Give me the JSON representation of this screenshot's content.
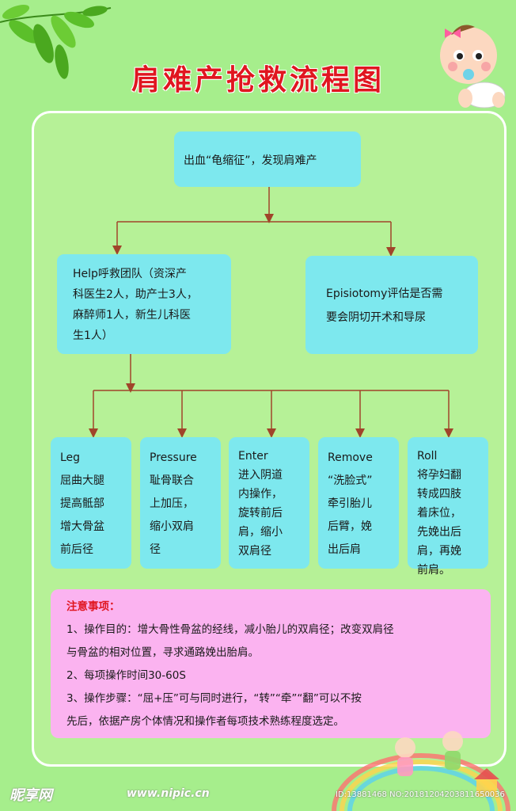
{
  "title": "肩难产抢救流程图",
  "top_box": {
    "text": "出血“龟缩征”，发现肩难产"
  },
  "help_box": {
    "lines": [
      "Help呼救团队（资深产",
      "科医生2人，助产士3人，",
      "麻醉师1人，新生儿科医",
      "生1人）"
    ]
  },
  "episiotomy_box": {
    "lines": [
      "Episiotomy评估是否需",
      "要会阴切开术和导尿"
    ]
  },
  "steps": [
    {
      "lines": [
        "Leg",
        "屈曲大腿",
        "提高骶部",
        "增大骨盆",
        "前后径"
      ]
    },
    {
      "lines": [
        "Pressure",
        "耻骨联合",
        "上加压，",
        "缩小双肩",
        "径"
      ]
    },
    {
      "lines": [
        "Enter",
        "进入阴道",
        "内操作，",
        "旋转前后",
        "肩，缩小",
        "双肩径"
      ]
    },
    {
      "lines": [
        "Remove",
        "“洗脸式”",
        "牵引胎儿",
        "后臂，娩",
        "出后肩"
      ]
    },
    {
      "lines": [
        "Roll",
        "将孕妇翻",
        "转成四肢",
        "着床位，",
        "先娩出后",
        "肩，再娩",
        "前肩。"
      ]
    }
  ],
  "notes": {
    "title": "注意事项：",
    "lines": [
      "1、操作目的：增大骨性骨盆的经线，减小胎儿的双肩径；改变双肩径",
      "与骨盆的相对位置，寻求通路娩出胎肩。",
      "2、每项操作时间30-60S",
      "3、操作步骤：“屈+压”可与同时进行，“转”“牵”“翻”可以不按",
      "先后，依据产房个体情况和操作者每项技术熟练程度选定。"
    ]
  },
  "watermark": {
    "logo": "昵享网",
    "url": "www.nipic.cn",
    "id": "ID:13881468 NO:20181204203811650036"
  },
  "colors": {
    "background": "#a6ee8c",
    "title": "#e01620",
    "box": "#7de8ee",
    "notes_box": "#fbb3f0",
    "arrow": "#a0442a"
  }
}
